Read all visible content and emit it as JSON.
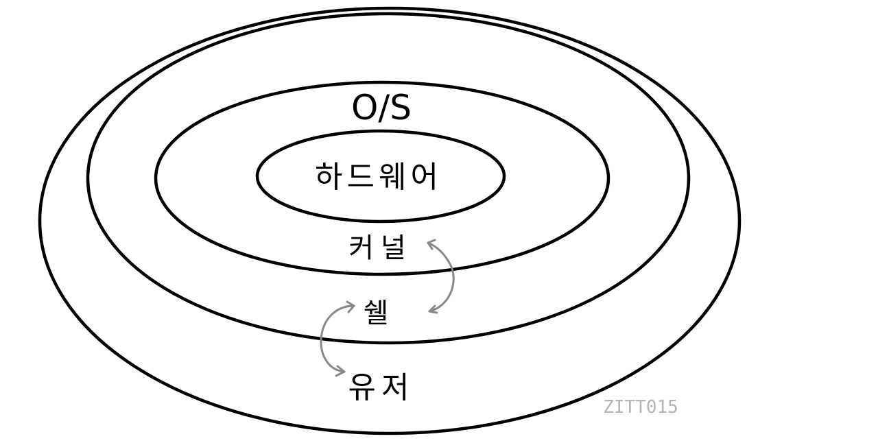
{
  "diagram": {
    "labels": {
      "os": "O/S",
      "hardware": "하드웨어",
      "kernel": "커널",
      "shell": "쉘",
      "user": "유저"
    },
    "watermark": "ZITT015",
    "colors": {
      "ring": "#000000",
      "arrow": "#888888",
      "watermark": "#b4b4b4",
      "background": "#ffffff"
    }
  }
}
